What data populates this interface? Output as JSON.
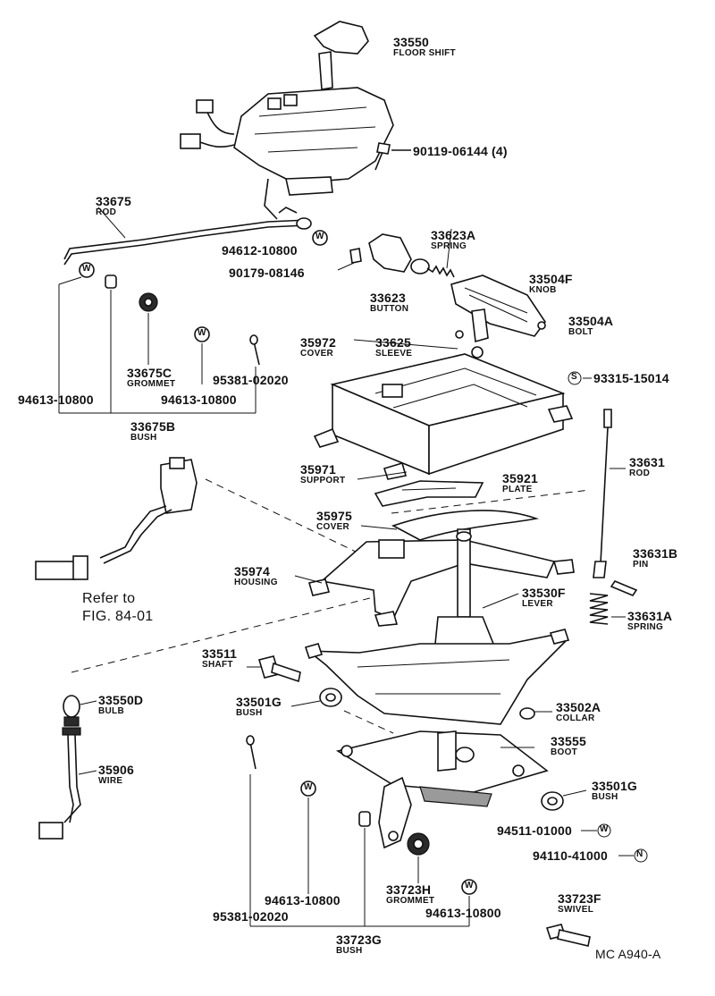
{
  "parts": [
    {
      "id": "floor-shift",
      "number": "33550",
      "caption": "FLOOR SHIFT"
    },
    {
      "id": "bolt-4",
      "number": "90119-06144 (4)",
      "caption": ""
    },
    {
      "id": "rod-upper",
      "number": "33675",
      "caption": "ROD"
    },
    {
      "id": "washer-1",
      "number": "94612-10800",
      "caption": ""
    },
    {
      "id": "clip",
      "number": "90179-08146",
      "caption": ""
    },
    {
      "id": "spring-upper",
      "number": "33623A",
      "caption": "SPRING"
    },
    {
      "id": "knob",
      "number": "33504F",
      "caption": "KNOB"
    },
    {
      "id": "button",
      "number": "33623",
      "caption": "BUTTON"
    },
    {
      "id": "knob-bolt",
      "number": "33504A",
      "caption": "BOLT"
    },
    {
      "id": "grommet-upper",
      "number": "33675C",
      "caption": "GROMMET"
    },
    {
      "id": "washer-2",
      "number": "94613-10800",
      "caption": ""
    },
    {
      "id": "cotter-1",
      "number": "95381-02020",
      "caption": ""
    },
    {
      "id": "cover-upper",
      "number": "35972",
      "caption": "COVER"
    },
    {
      "id": "sleeve",
      "number": "33625",
      "caption": "SLEEVE"
    },
    {
      "id": "screw-s",
      "number": "93315-15014",
      "caption": ""
    },
    {
      "id": "washer-left",
      "number": "94613-10800",
      "caption": ""
    },
    {
      "id": "bush-upper",
      "number": "33675B",
      "caption": "BUSH"
    },
    {
      "id": "support",
      "number": "35971",
      "caption": "SUPPORT"
    },
    {
      "id": "plate",
      "number": "35921",
      "caption": "PLATE"
    },
    {
      "id": "rod-right",
      "number": "33631",
      "caption": "ROD"
    },
    {
      "id": "cover-mid",
      "number": "35975",
      "caption": "COVER"
    },
    {
      "id": "housing",
      "number": "35974",
      "caption": "HOUSING"
    },
    {
      "id": "pin",
      "number": "33631B",
      "caption": "PIN"
    },
    {
      "id": "lever",
      "number": "33530F",
      "caption": "LEVER"
    },
    {
      "id": "spring-right",
      "number": "33631A",
      "caption": "SPRING"
    },
    {
      "id": "shaft",
      "number": "33511",
      "caption": "SHAFT"
    },
    {
      "id": "bulb",
      "number": "33550D",
      "caption": "BULB"
    },
    {
      "id": "bush-mid",
      "number": "33501G",
      "caption": "BUSH"
    },
    {
      "id": "collar",
      "number": "33502A",
      "caption": "COLLAR"
    },
    {
      "id": "boot",
      "number": "33555",
      "caption": "BOOT"
    },
    {
      "id": "wire",
      "number": "35906",
      "caption": "WIRE"
    },
    {
      "id": "bush-right",
      "number": "33501G",
      "caption": "BUSH"
    },
    {
      "id": "washer-w",
      "number": "94511-01000",
      "caption": ""
    },
    {
      "id": "nut-n",
      "number": "94110-41000",
      "caption": ""
    },
    {
      "id": "washer-lower",
      "number": "94613-10800",
      "caption": ""
    },
    {
      "id": "grommet-lower",
      "number": "33723H",
      "caption": "GROMMET"
    },
    {
      "id": "swivel",
      "number": "33723F",
      "caption": "SWIVEL"
    },
    {
      "id": "washer-lower-2",
      "number": "94613-10800",
      "caption": ""
    },
    {
      "id": "cotter-2",
      "number": "95381-02020",
      "caption": ""
    },
    {
      "id": "bush-lower",
      "number": "33723G",
      "caption": "BUSH"
    }
  ],
  "reference": {
    "line1": "Refer to",
    "line2": "FIG. 84-01"
  },
  "figure_code": "MC A940-A",
  "markers": {
    "washer": "W",
    "screw": "S",
    "nut": "N"
  }
}
